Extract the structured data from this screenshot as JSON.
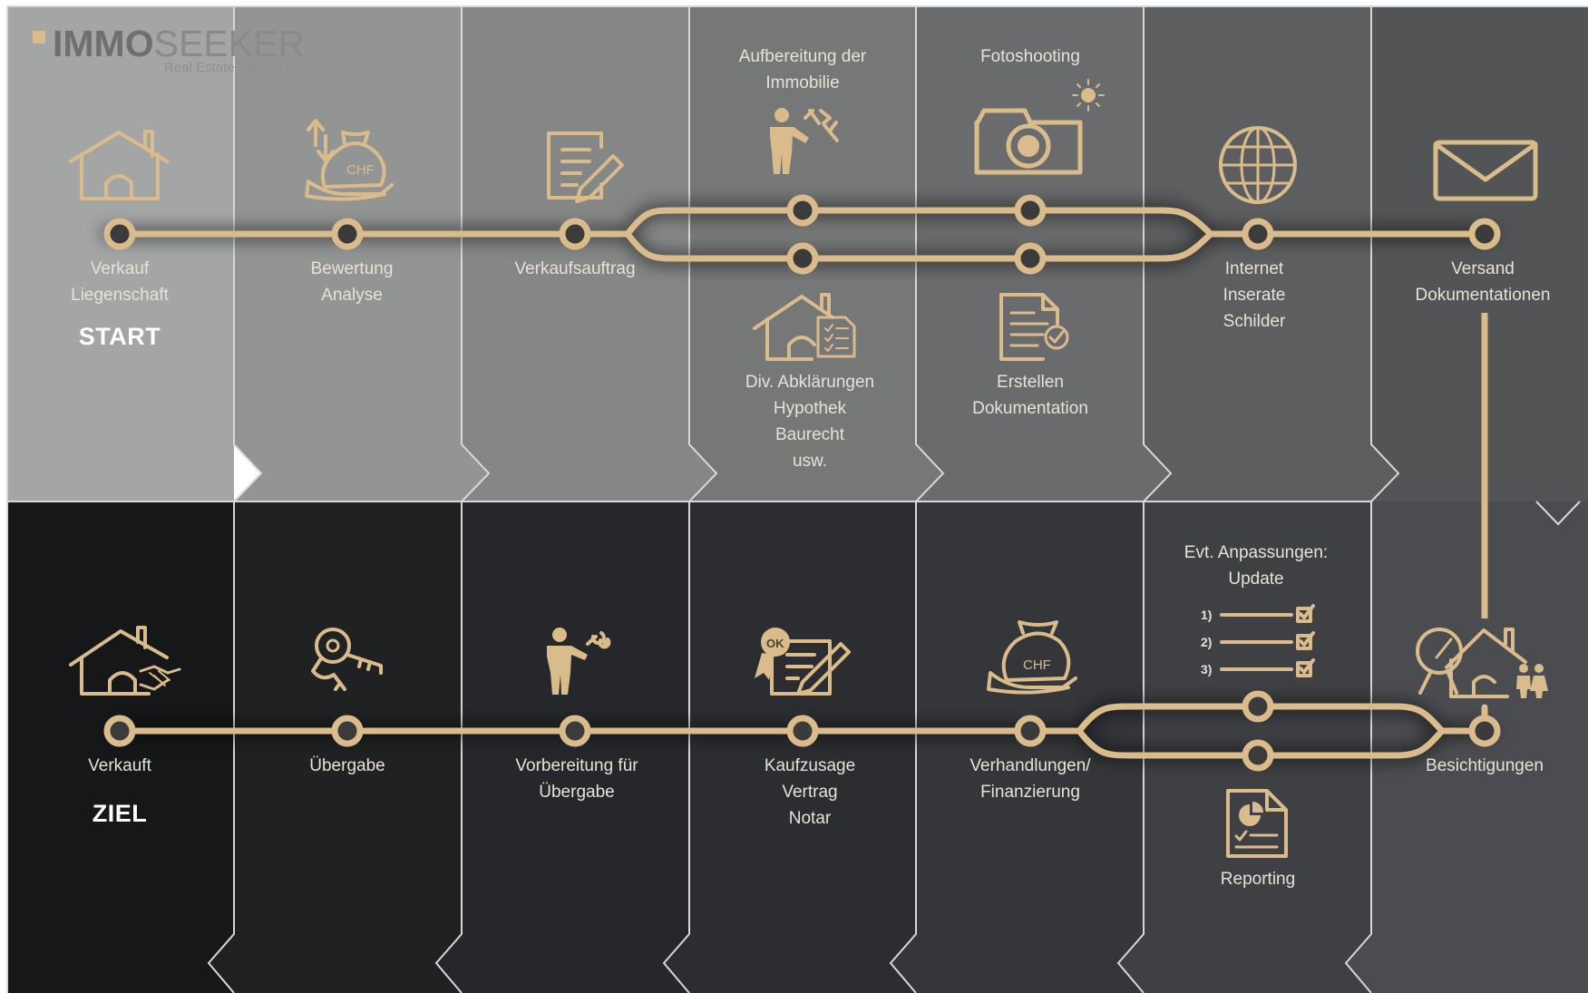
{
  "logo": {
    "brand_bold": "IMMO",
    "brand_light": "SEEKER",
    "tagline": "Real Estate Services"
  },
  "colors": {
    "track": "#d9bb8c",
    "label": "#e8e2d6",
    "accent_text": "#ffffff",
    "top_bands": [
      "#a4a6a6",
      "#939594",
      "#858686",
      "#767777",
      "#6a6b6c",
      "#5d5e5f",
      "#535455"
    ],
    "bottom_bands": [
      "#151718",
      "#1f2122",
      "#25272a",
      "#2b2d30",
      "#34363a",
      "#3e4043",
      "#4a4c4f"
    ]
  },
  "steps": {
    "verkauf_liegenschaft": {
      "lines": [
        "Verkauf",
        "Liegenschaft"
      ],
      "icon": "house-icon"
    },
    "start": "START",
    "bewertung": {
      "lines": [
        "Bewertung",
        "Analyse"
      ],
      "icon": "money-bag-hand-icon"
    },
    "verkaufsauftrag": {
      "lines": [
        "Verkaufsauftrag"
      ],
      "icon": "document-pen-icon"
    },
    "aufbereitung": {
      "lines": [
        "Aufbereitung der",
        "Immobilie"
      ],
      "icon": "worker-tools-icon"
    },
    "abklaerungen": {
      "lines": [
        "Div. Abklärungen",
        "Hypothek",
        "Baurecht",
        "usw."
      ],
      "icon": "house-checklist-icon"
    },
    "fotoshooting": {
      "lines": [
        "Fotoshooting"
      ],
      "icon": "camera-icon"
    },
    "dokumentation": {
      "lines": [
        "Erstellen",
        "Dokumentation"
      ],
      "icon": "document-check-icon"
    },
    "internet": {
      "lines": [
        "Internet",
        "Inserate",
        "Schilder"
      ],
      "icon": "globe-icon"
    },
    "versand": {
      "lines": [
        "Versand",
        "Dokumentationen"
      ],
      "icon": "envelope-icon"
    },
    "anpassungen": {
      "lines": [
        "Evt. Anpassungen:",
        "Update"
      ],
      "icon": "checklist-icon",
      "items": [
        "1)",
        "2)",
        "3)"
      ]
    },
    "reporting": {
      "lines": [
        "Reporting"
      ],
      "icon": "pie-report-icon"
    },
    "besichtigungen": {
      "lines": [
        "Besichtigungen"
      ],
      "icon": "house-magnifier-family-icon"
    },
    "verhandlungen": {
      "lines": [
        "Verhandlungen/",
        "Finanzierung"
      ],
      "icon": "money-bag-hand-icon"
    },
    "kaufzusage": {
      "lines": [
        "Kaufzusage",
        "Vertrag",
        "Notar"
      ],
      "icon": "ok-contract-icon"
    },
    "vorbereitung": {
      "lines": [
        "Vorbereitung für",
        "Übergabe"
      ],
      "icon": "person-key-icon"
    },
    "uebergabe": {
      "lines": [
        "Übergabe"
      ],
      "icon": "keys-icon"
    },
    "verkauft": {
      "lines": [
        "Verkauft"
      ],
      "icon": "house-handshake-icon"
    },
    "ziel": "ZIEL"
  },
  "bag_label": "CHF",
  "ok_label": "OK"
}
